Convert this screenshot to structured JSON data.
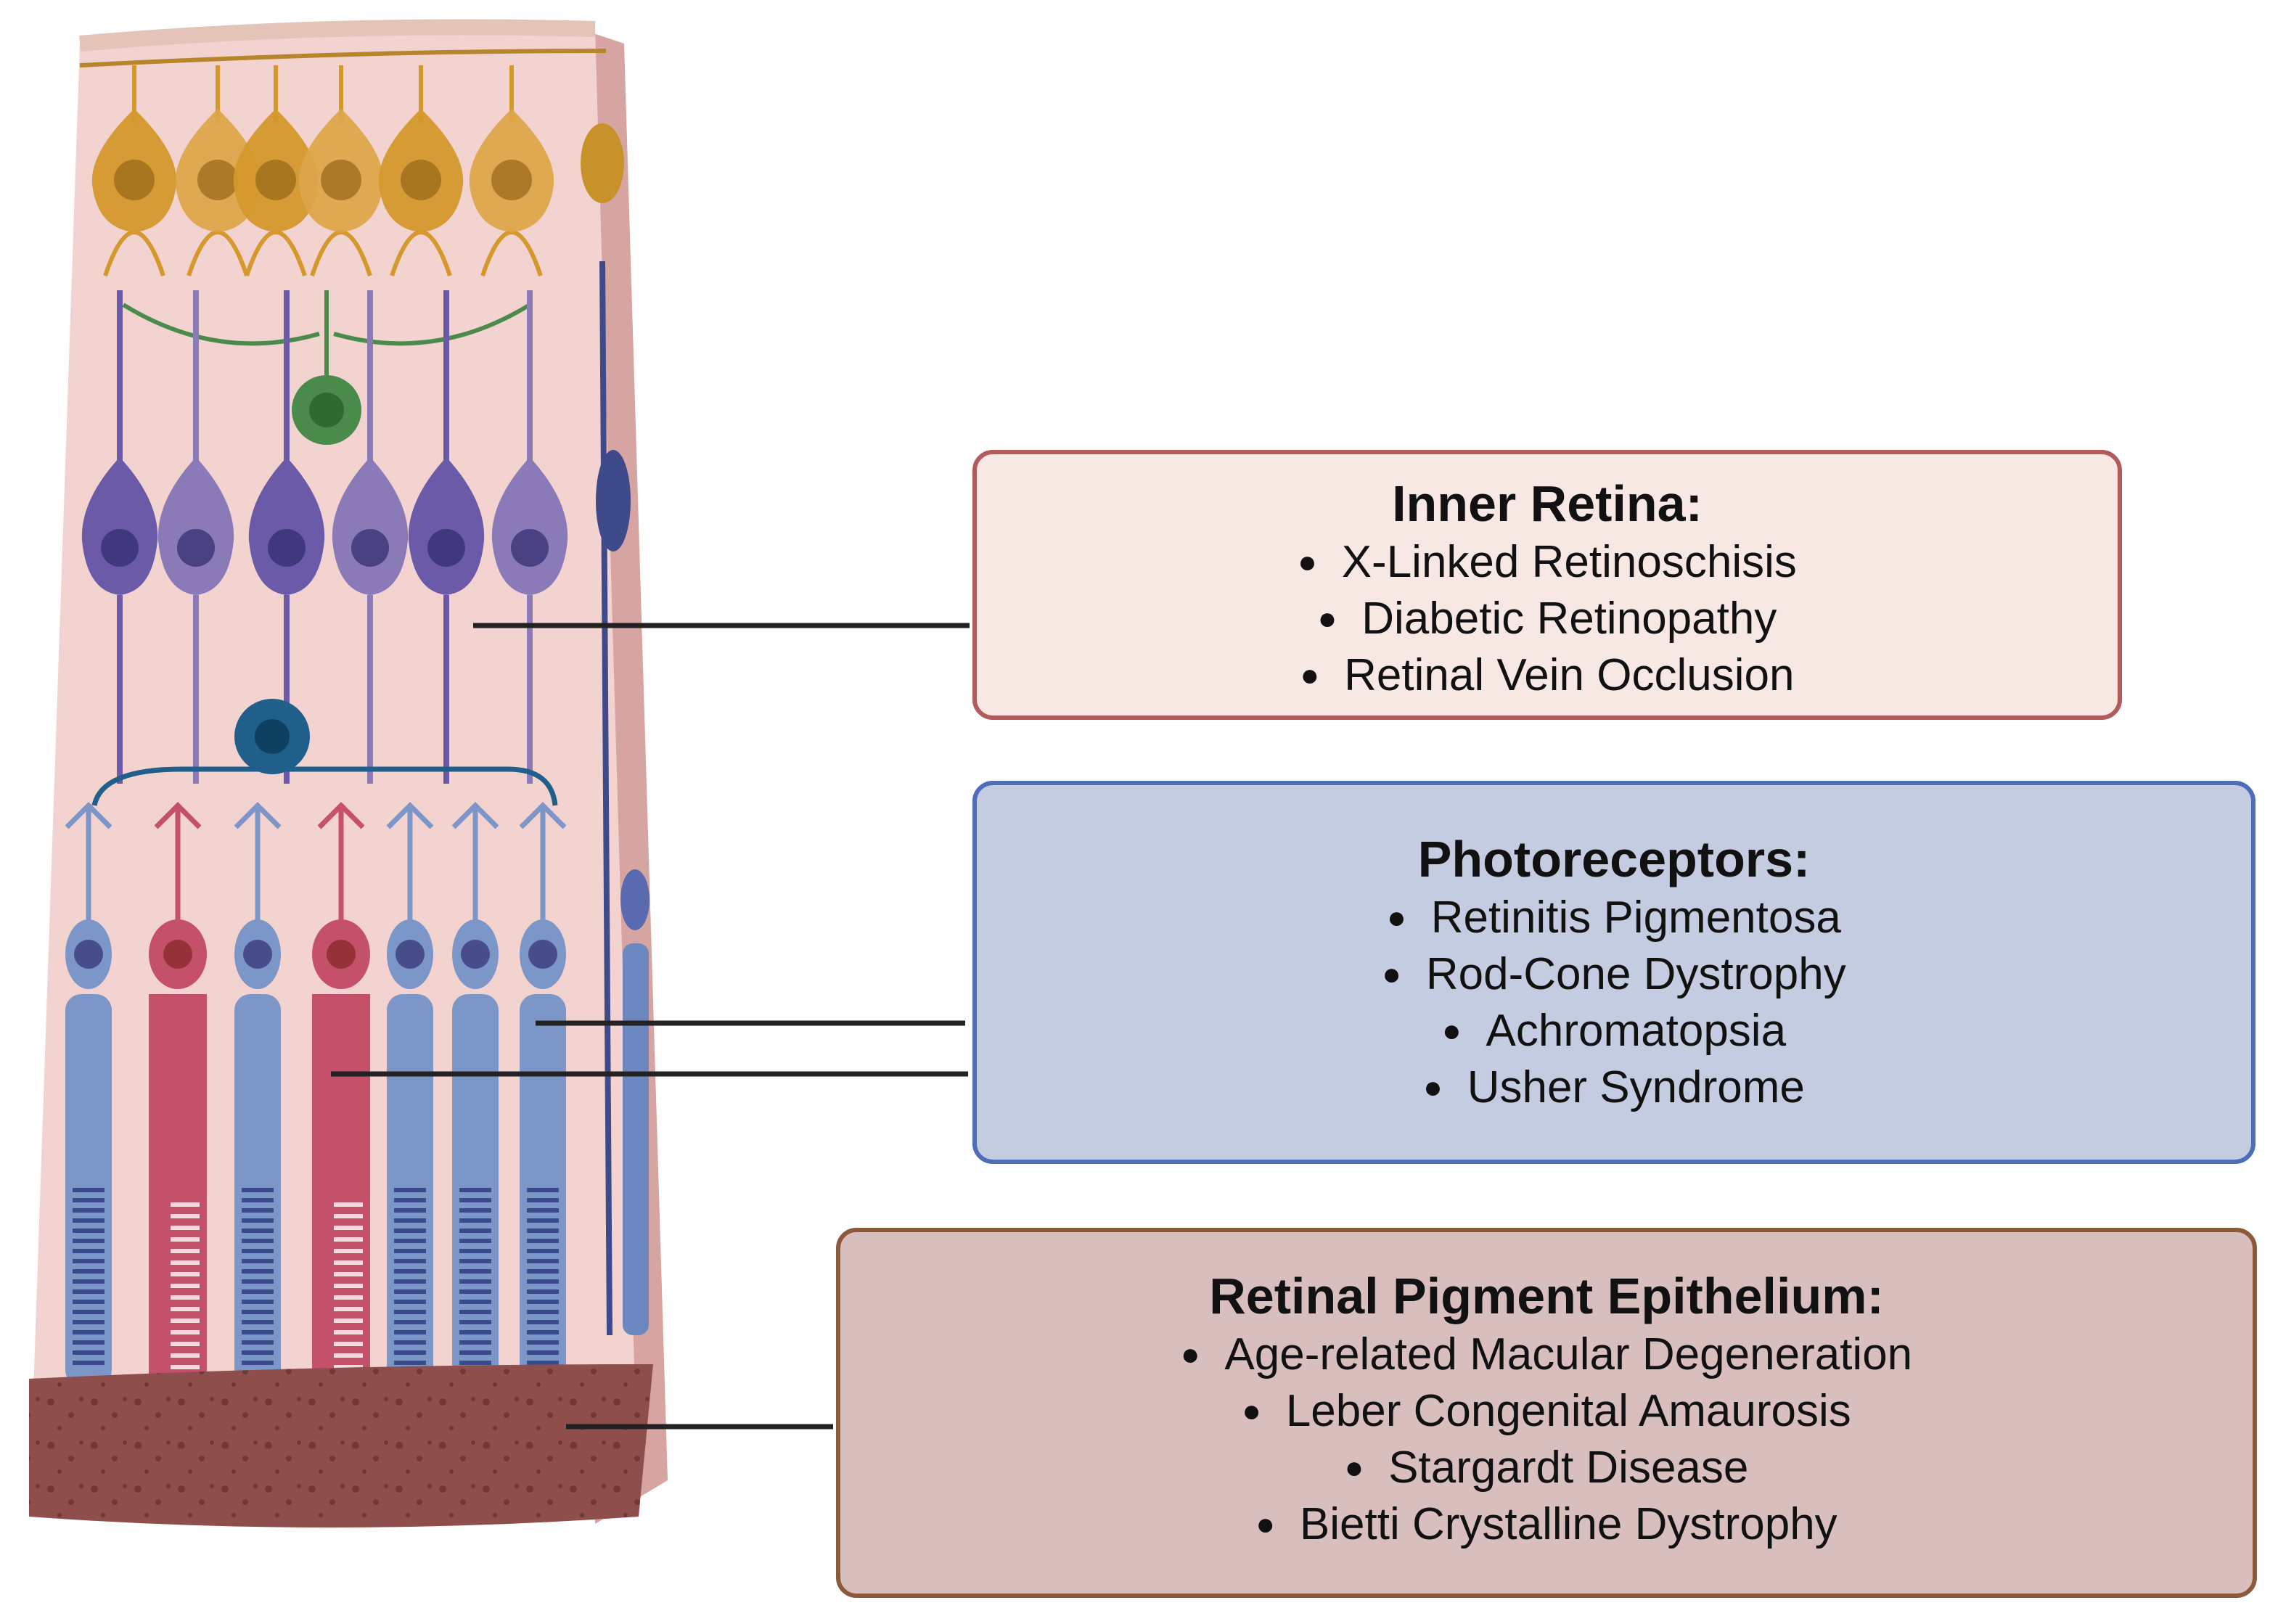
{
  "colors": {
    "inner_fill": "#f8e8e4",
    "inner_border": "#b25a5c",
    "photo_fill": "#c3cce0",
    "photo_border": "#4c6eb8",
    "rpe_fill": "#d8bebd",
    "rpe_border": "#8a5a3a",
    "tissue": "#f2d2cf",
    "tissue_side": "#d8a8a4",
    "ganglion": "#d4982c",
    "bipolar": "#6a5aa8",
    "bipolar_light": "#8a7ab8",
    "amacrine": "#4a8a4a",
    "horizontal": "#1f5f8a",
    "rod": "#7d96c8",
    "cone": "#c4506a",
    "rpe_cell": "#8a4a48",
    "leader_line": "#222222"
  },
  "sections": {
    "inner": {
      "title": "Inner Retina:",
      "items": [
        "X-Linked Retinoschisis",
        "Diabetic Retinopathy",
        "Retinal Vein Occlusion"
      ]
    },
    "photoreceptors": {
      "title": "Photoreceptors:",
      "items": [
        "Retinitis Pigmentosa",
        "Rod-Cone Dystrophy",
        "Achromatopsia",
        "Usher Syndrome"
      ]
    },
    "rpe": {
      "title": "Retinal Pigment Epithelium:",
      "items": [
        "Age-related Macular Degeneration",
        "Leber Congenital Amaurosis",
        "Stargardt Disease",
        "Bietti Crystalline Dystrophy"
      ]
    }
  }
}
